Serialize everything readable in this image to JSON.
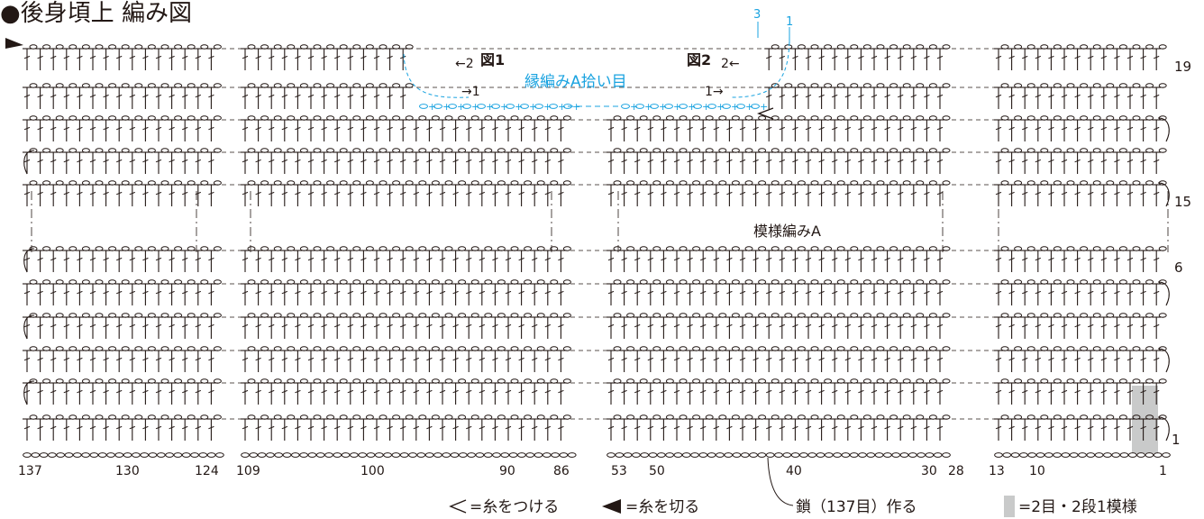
{
  "title": "●後身頃上 編み図",
  "pattern_label": "模様編みA",
  "edge_label": "縁編みA拾い目",
  "fig1_label": "図1",
  "fig2_label": "図2",
  "fig1_arrows": {
    "top": "←2",
    "bottom": "→1"
  },
  "fig2_arrows": {
    "top_prefix": "2←",
    "bottom": "1→",
    "down3": "3",
    "down1": "1"
  },
  "row_labels": [
    "19",
    "15",
    "6",
    "1"
  ],
  "stitch_numbers": [
    "137",
    "130",
    "124",
    "109",
    "100",
    "90",
    "86",
    "53",
    "50",
    "40",
    "30",
    "28",
    "13",
    "10",
    "1"
  ],
  "legend": {
    "attach": "=糸をつける",
    "cut": "=糸を切る",
    "chain": "鎖（137目）作る",
    "repeat": "=2目・2段1模様"
  },
  "colors": {
    "ink": "#231815",
    "accent_blue": "#1aa3e0",
    "repeat_gray": "#c9caca"
  }
}
